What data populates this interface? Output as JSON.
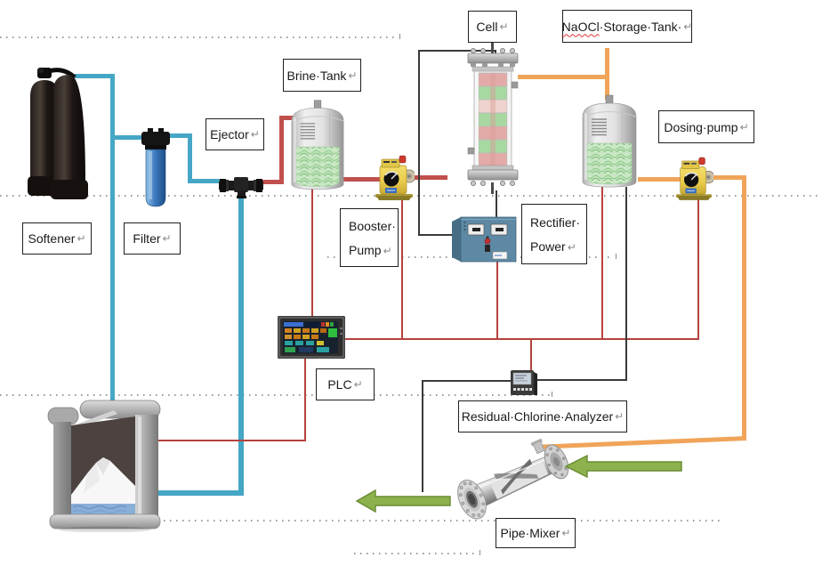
{
  "colors": {
    "pipe_blue": "#45A6C6",
    "pipe_red": "#C0504D",
    "pipe_orange": "#F0A459",
    "wire_red": "#B5433E",
    "wire_black": "#3A3A3A",
    "arrow_green_fill": "#8CB14D",
    "arrow_green_border": "#6B8C33",
    "spellcheck_red": "#E03131"
  },
  "marks": {
    "return_mark": "↵"
  },
  "labels": {
    "softener": "Softener",
    "filter": "Filter",
    "ejector": "Ejector",
    "brine_tank": "Brine·Tank",
    "cell": "Cell",
    "naocl_word": "NaOCl",
    "naocl_rest": "·Storage·Tank·",
    "dosing_pump": "Dosing·pump",
    "booster_line1": "Booster·",
    "booster_line2": "Pump",
    "rectifier_line1": "Rectifier·",
    "rectifier_line2": "Power",
    "plc": "PLC",
    "residual_chlorine_analyzer": "Residual·Chlorine·Analyzer",
    "pipe_mixer": "Pipe·Mixer"
  }
}
